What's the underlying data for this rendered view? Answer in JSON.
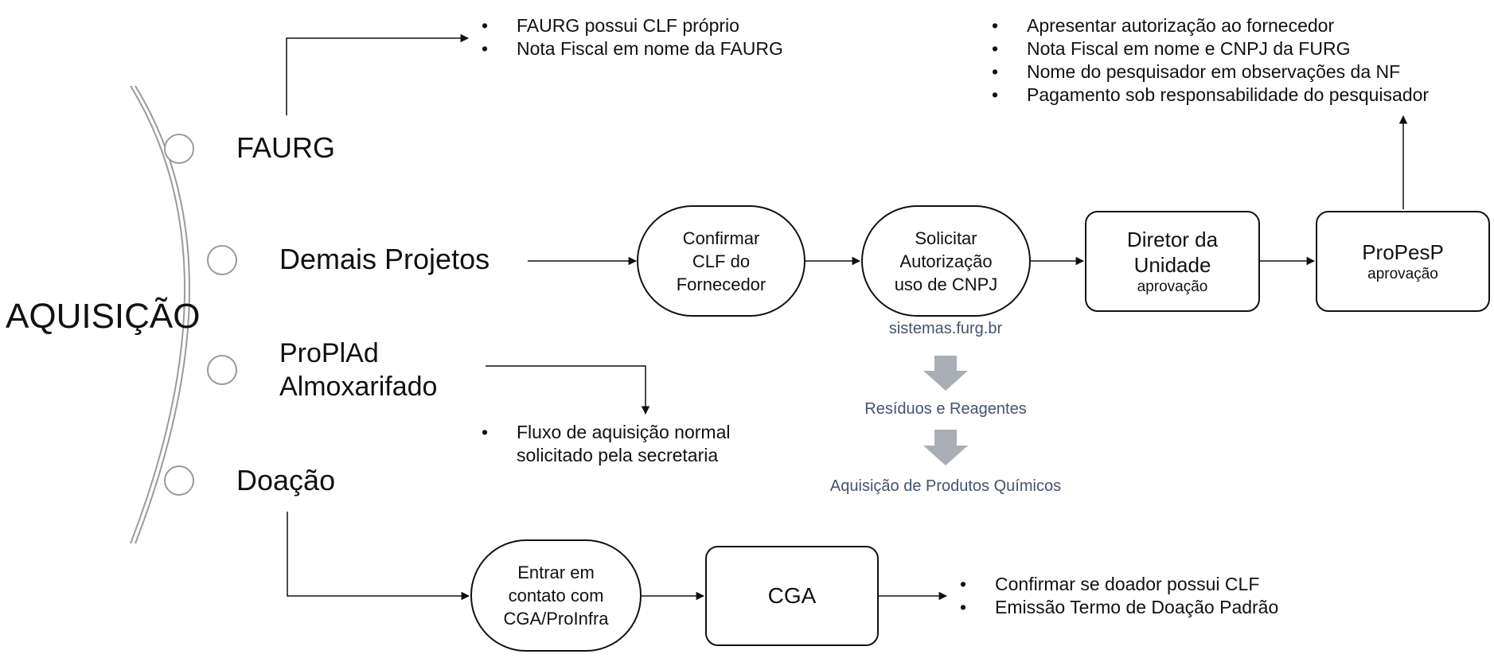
{
  "diagram": {
    "root_label": "AQUISIÇÃO",
    "branches": {
      "faurg": "FAURG",
      "demais": "Demais Projetos",
      "proplad_line1": "ProPlAd",
      "proplad_line2": "Almoxarifado",
      "doacao": "Doação"
    },
    "faurg_notes": [
      "FAURG possui CLF próprio",
      "Nota Fiscal em nome da FAURG"
    ],
    "propesp_notes": [
      "Apresentar autorização ao fornecedor",
      "Nota Fiscal em nome e CNPJ da FURG",
      "Nome do pesquisador em observações da NF",
      "Pagamento sob responsabilidade do pesquisador"
    ],
    "proplad_notes": [
      "Fluxo de aquisição normal",
      "solicitado pela secretaria"
    ],
    "doacao_notes": [
      "Confirmar se doador possui CLF",
      "Emissão Termo de Doação Padrão"
    ],
    "demais_flow": {
      "confirmar": [
        "Confirmar",
        "CLF do",
        "Fornecedor"
      ],
      "solicitar": [
        "Solicitar",
        "Autorização",
        "uso de CNPJ"
      ],
      "diretor_title": "Diretor da Unidade",
      "diretor_sub": "aprovação",
      "propesp_title": "ProPesP",
      "propesp_sub": "aprovação"
    },
    "system_note": "sistemas.furg.br",
    "residuos": "Resíduos e Reagentes",
    "produtos": "Aquisição de Produtos Químicos",
    "doacao_flow": {
      "contato": [
        "Entrar em",
        "contato com",
        "CGA/ProInfra"
      ],
      "cga": "CGA"
    },
    "colors": {
      "line": "#111111",
      "timeline": "#9a9a9a",
      "note_text": "#44546a",
      "down_arrow": "#a9aeb5"
    },
    "icons": [
      "arrow-right-icon",
      "arrow-up-icon",
      "arrow-down-icon",
      "chevron-down-icon"
    ]
  }
}
